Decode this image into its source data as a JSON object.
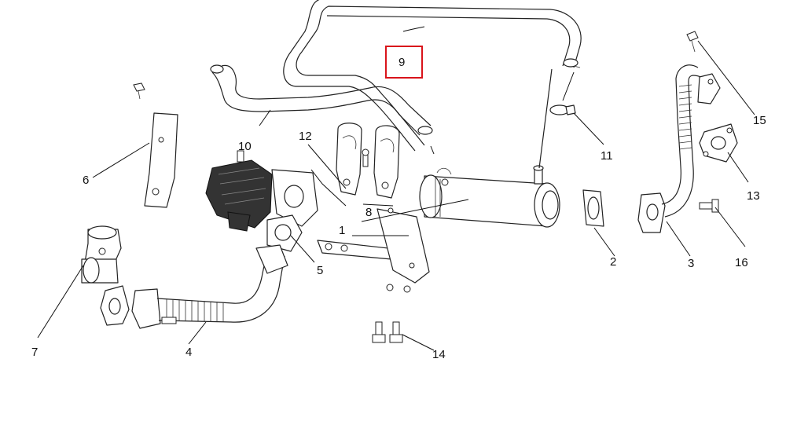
{
  "diagram": {
    "highlight_color": "#d9141b",
    "highlighted_callout": "9",
    "callouts": [
      {
        "id": "callout-1",
        "label": "1"
      },
      {
        "id": "callout-2",
        "label": "2"
      },
      {
        "id": "callout-3",
        "label": "3"
      },
      {
        "id": "callout-4",
        "label": "4"
      },
      {
        "id": "callout-5",
        "label": "5"
      },
      {
        "id": "callout-6",
        "label": "6"
      },
      {
        "id": "callout-7",
        "label": "7"
      },
      {
        "id": "callout-8",
        "label": "8"
      },
      {
        "id": "callout-9",
        "label": "9"
      },
      {
        "id": "callout-10",
        "label": "10"
      },
      {
        "id": "callout-11",
        "label": "11"
      },
      {
        "id": "callout-12",
        "label": "12"
      },
      {
        "id": "callout-13",
        "label": "13"
      },
      {
        "id": "callout-14",
        "label": "14"
      },
      {
        "id": "callout-15",
        "label": "15"
      },
      {
        "id": "callout-16",
        "label": "16"
      }
    ]
  }
}
